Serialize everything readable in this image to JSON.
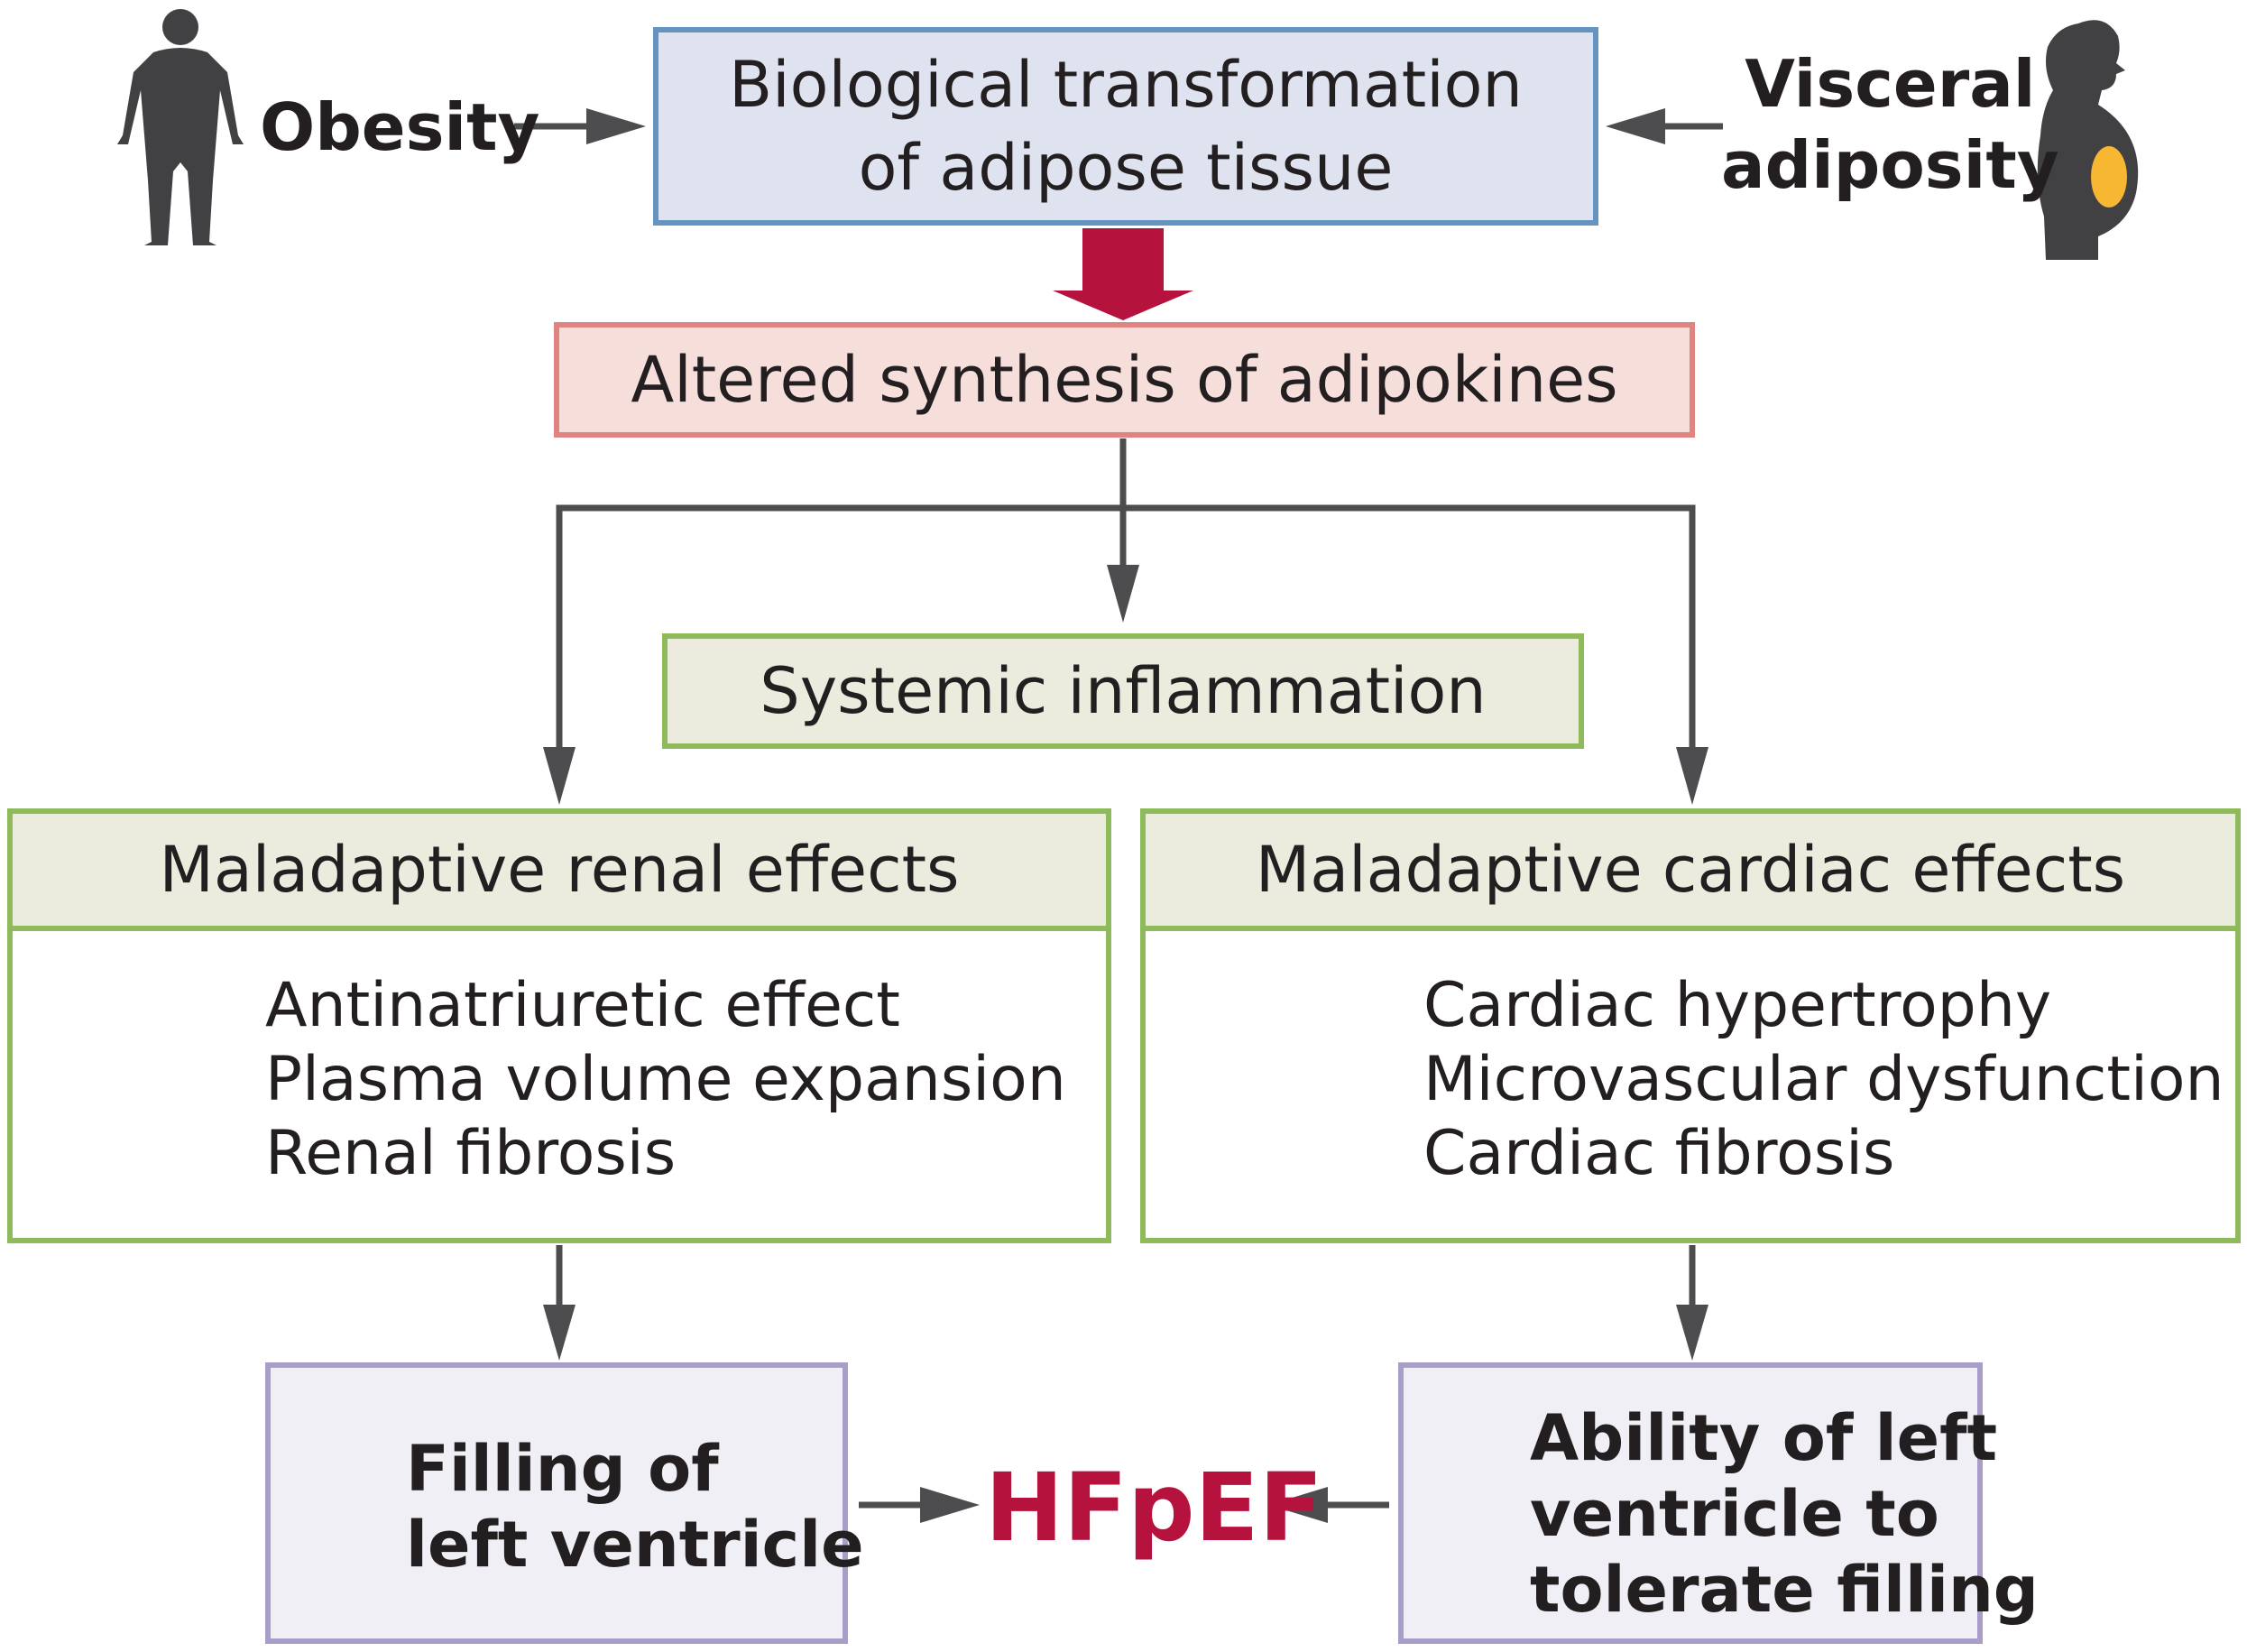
{
  "boxes": {
    "biological_transformation": [
      "Biological transformation",
      "of adipose tissue"
    ],
    "adipokines": "Altered synthesis of adipokines",
    "inflammation": "Systemic inflammation",
    "renal": {
      "title": "Maladaptive renal effects",
      "items": [
        "Antinatriuretic effect",
        "Plasma volume expansion",
        "Renal fibrosis"
      ]
    },
    "cardiac": {
      "title": "Maladaptive cardiac effects",
      "items": [
        "Cardiac hypertrophy",
        "Microvascular dysfunction",
        "Cardiac fibrosis"
      ]
    },
    "filling": [
      "Filling of",
      "left ventricle"
    ],
    "ability": [
      "Ability of left",
      "ventricle to",
      "tolerate filling"
    ]
  },
  "inputs": {
    "obesity": "Obesity",
    "visceral": [
      "Visceral",
      "adiposity"
    ]
  },
  "outcome": "HFpEF",
  "colors": {
    "arrow_gray": "#4d4d4f",
    "main_arrow": "#b5123d",
    "outcome_text": "#b5123d",
    "blue_border": "#6694c0",
    "red_border": "#de8581",
    "green_border": "#8fba5c",
    "purple_border": "#a89ec8",
    "silhouette": "#414042",
    "visceral_fat": "#f7b733"
  },
  "icons": [
    "person-silhouette-icon",
    "belly-silhouette-icon",
    "kidney-icon",
    "heart-icon",
    "up-arrow-icon",
    "down-arrow-icon"
  ]
}
